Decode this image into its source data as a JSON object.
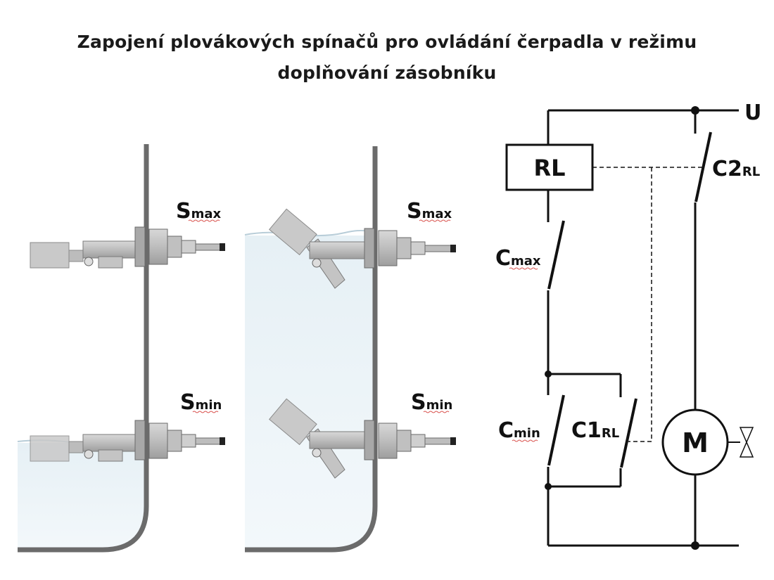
{
  "title": {
    "line1": "Zapojení plovákových spínačů pro ovládání čerpadla v režimu",
    "line2": "doplňování zásobníku"
  },
  "tanks": {
    "left": {
      "upper_switch": {
        "letter": "S",
        "suffix": "max"
      },
      "lower_switch": {
        "letter": "S",
        "suffix": "min"
      }
    },
    "right": {
      "upper_switch": {
        "letter": "S",
        "suffix": "max"
      },
      "lower_switch": {
        "letter": "S",
        "suffix": "min"
      }
    }
  },
  "circuit": {
    "supply_label": "U",
    "relay_label": "RL",
    "contact_c2": {
      "main": "C2",
      "suffix": "RL"
    },
    "contact_cmax": {
      "main": "C",
      "suffix": "max"
    },
    "contact_cmin": {
      "main": "C",
      "suffix": "min"
    },
    "contact_c1": {
      "main": "C1",
      "suffix": "RL"
    },
    "motor_label": "M"
  }
}
